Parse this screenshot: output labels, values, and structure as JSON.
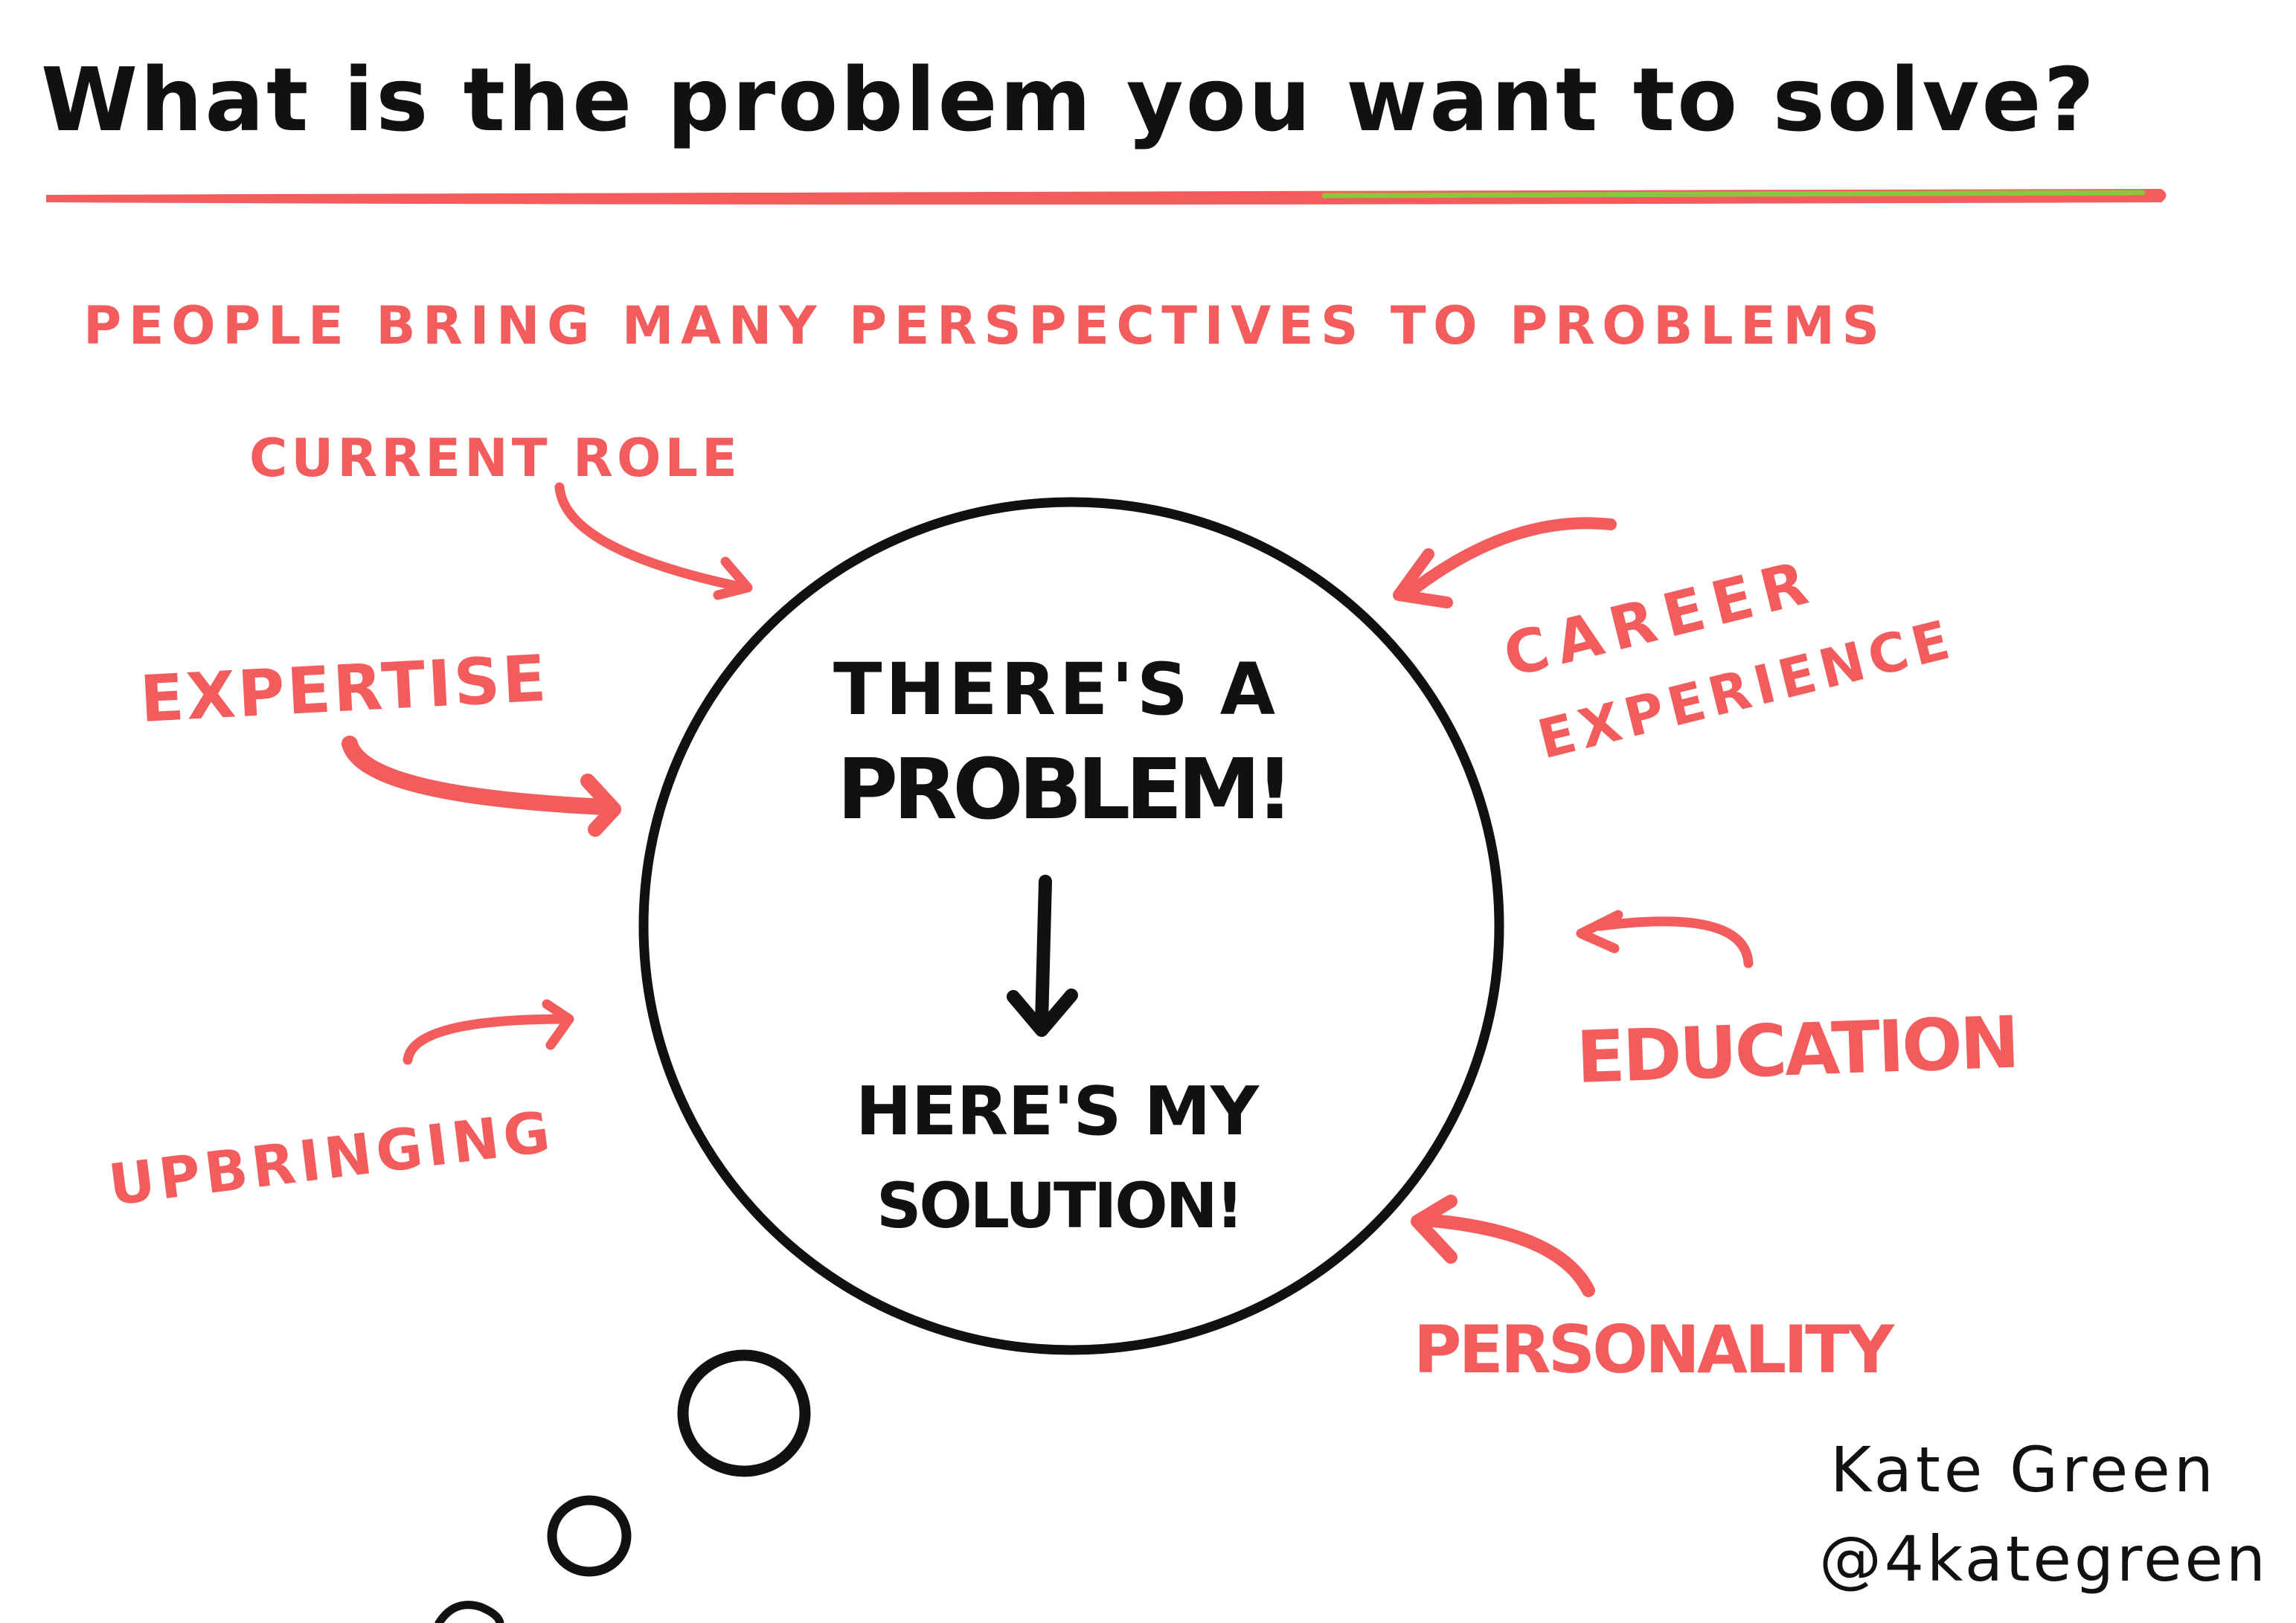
{
  "title": "What is the problem you want to solve?",
  "subtitle": "PEOPLE BRING MANY PERSPECTIVES TO PROBLEMS",
  "perspectives": {
    "current_role": "CURRENT ROLE",
    "expertise": "EXPERTISE",
    "upbringing": "UPBRINGING",
    "career_line1": "CAREER",
    "career_line2": "EXPERIENCE",
    "education": "EDUCATION",
    "personality": "PERSONALITY"
  },
  "thought_bubble": {
    "problem_line1": "THERE'S A",
    "problem_line2": "PROBLEM!",
    "solution_line1": "HERE'S MY",
    "solution_line2": "SOLUTION!"
  },
  "signature": {
    "name": "Kate Green",
    "handle": "@4kategreen"
  },
  "colors": {
    "accent": "#f25c5c",
    "ink": "#111111",
    "highlight": "#8cc63f"
  }
}
